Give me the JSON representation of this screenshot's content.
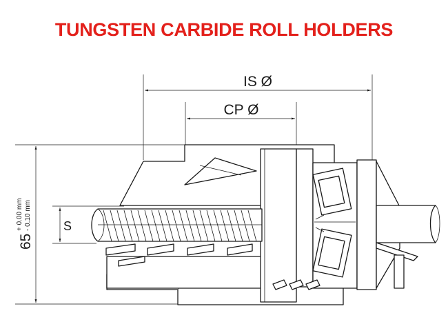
{
  "title": "TUNGSTEN CARBIDE ROLL HOLDERS",
  "colors": {
    "title": "#e3201b",
    "line": "#1a1a1a",
    "background": "#ffffff"
  },
  "dimensions": {
    "is_label": "IS Ø",
    "cp_label": "CP Ø",
    "s_label": "S",
    "height_value": "65",
    "tolerance_upper": "+ 0.00 mm",
    "tolerance_lower": "- 0.10 mm"
  }
}
